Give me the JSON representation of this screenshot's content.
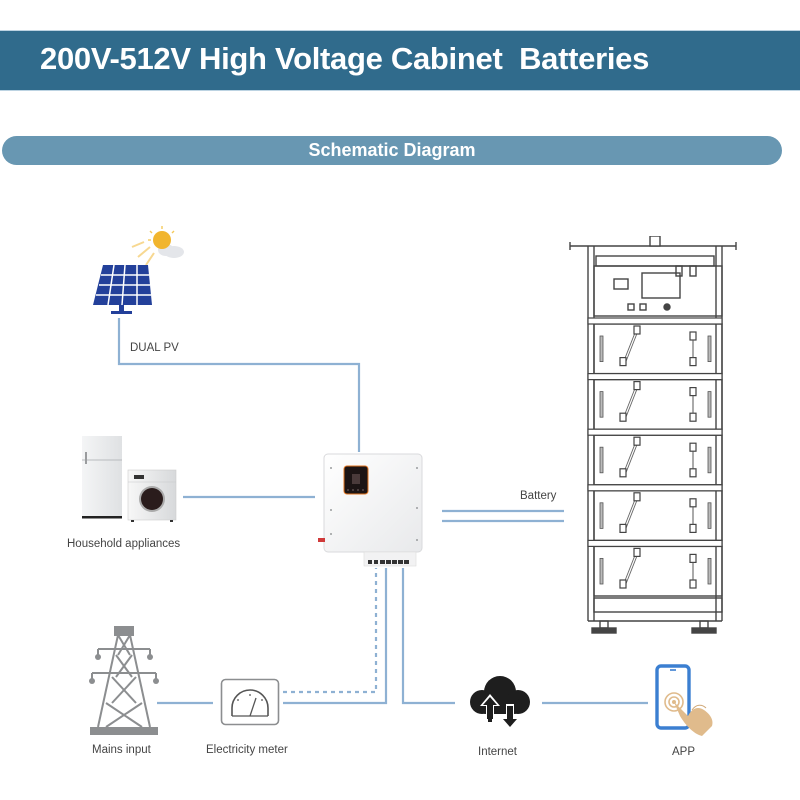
{
  "header": {
    "title": "200V-512V High Voltage Cabinet  Batteries"
  },
  "section": {
    "title": "Schematic Diagram"
  },
  "nodes": {
    "solar": {
      "label": "DUAL PV",
      "icon": "solar-panel-icon"
    },
    "appliances": {
      "label": "Household appliances",
      "icon": "appliances-icon"
    },
    "inverter": {
      "icon": "hybrid-inverter-icon"
    },
    "battery": {
      "label": "Battery",
      "icon": "battery-cabinet-icon",
      "modules": 5
    },
    "mains": {
      "label": "Mains input",
      "icon": "power-tower-icon"
    },
    "meter": {
      "label": "Electricity meter",
      "icon": "meter-gauge-icon"
    },
    "internet": {
      "label": "Internet",
      "icon": "cloud-transfer-icon"
    },
    "app": {
      "label": "APP",
      "icon": "smartphone-touch-icon"
    }
  },
  "colors": {
    "title_bg": "#306b8c",
    "pill_bg": "#6897b2",
    "line": "#8eb1d3",
    "sun": "#f1b52e",
    "solar_panel": "#23409a",
    "phone": "#3b7fd1",
    "hand": "#e0bb8c",
    "label_text": "#444444"
  }
}
